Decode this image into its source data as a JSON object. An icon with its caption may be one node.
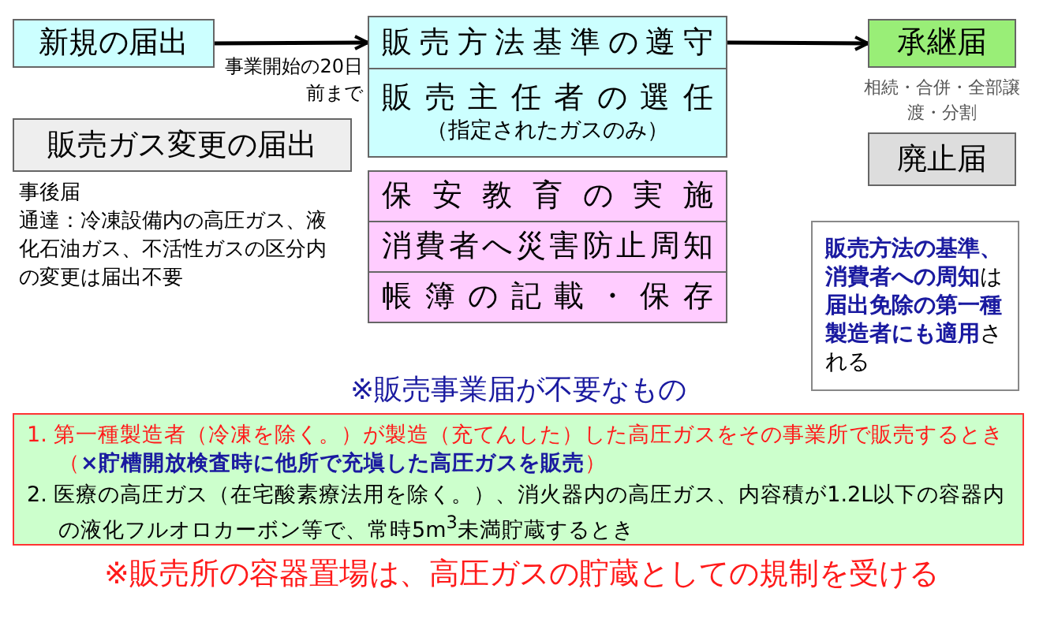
{
  "diagram": {
    "nodes": [
      {
        "text": [
          "新規の届出"
        ]
      },
      {
        "text": [
          "販売方法基準の遵守"
        ]
      },
      {
        "text": [
          "承継届"
        ],
        "beside": [
          "相続・合併・全部譲渡・分割"
        ]
      },
      {
        "text": [
          "販売主任者の選任",
          "（指定されたガスのみ）"
        ]
      },
      {
        "text": [
          "販売ガス変更の届出"
        ],
        "beside": [
          "事後届",
          "通達：冷凍設備内の高圧ガス、液化石油ガス、不活性ガスの区分内の変更は届出不要"
        ]
      },
      {
        "text": [
          "廃止届"
        ]
      },
      {
        "text": [
          "保安教育の実施"
        ]
      },
      {
        "text": [
          "消費者へ災害防止周知"
        ]
      },
      {
        "text": [
          "帳簿の記載・保存"
        ]
      },
      {
        "text": [
          "**販売方法の基準、消費者への周知**は**届出免除の第一種製造者にも適用**される"
        ]
      },
      {
        "text": [
          "※販売事業届が不要なもの",
          "1. 第一種製造者（冷凍を除く。）が製造（充てんした）した高圧ガスをその事業所で販売するとき（**×貯槽開放検査時に他所で充塡した高圧ガスを販売**）",
          "2. 医療の高圧ガス（在宅酸素療法用を除く。）、消火器内の高圧ガス、内容積が1.2L以下の容器内の液化フルオロカーボン等で、常時5m$^{3}$未満貯蔵するとき"
        ]
      }
    ],
    "edges": [
      {
        "from": 0,
        "to": 1,
        "arrow": "to",
        "label": "事業開始の20日前まで"
      },
      {
        "from": 1,
        "to": 2,
        "arrow": "to"
      }
    ],
    "labels": [
      "※販売所の容器置場は、高圧ガスの貯蔵としての規制を受ける"
    ]
  }
}
